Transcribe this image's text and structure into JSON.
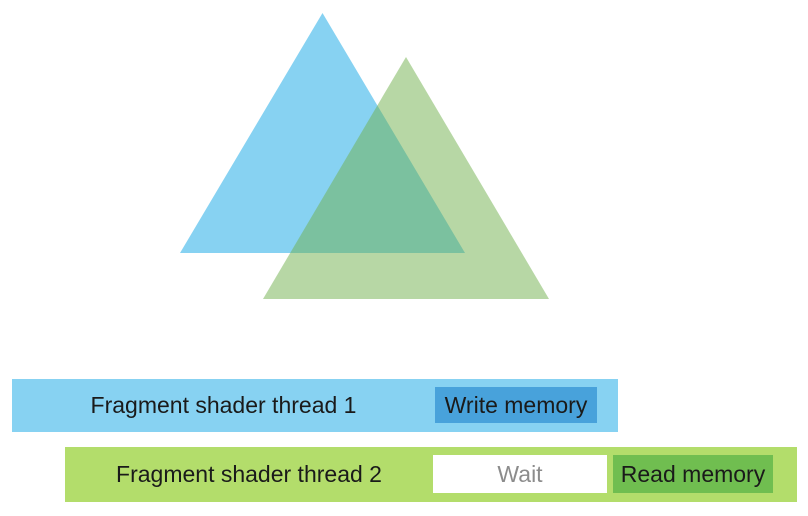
{
  "figure": {
    "description": "Two overlapping triangles rendered by two fragment shader threads",
    "triangle1": "blue-triangle",
    "triangle2": "green-triangle"
  },
  "timeline": {
    "thread1": {
      "label": "Fragment shader thread 1",
      "write_label": "Write memory"
    },
    "thread2": {
      "label": "Fragment shader thread 2",
      "wait_label": "Wait",
      "read_label": "Read memory"
    }
  },
  "colors": {
    "triangle_blue": "#87D2F2",
    "triangle_green": "rgba(112, 176, 75, 0.5)",
    "bar1_bg": "#87D2F2",
    "write_box_bg": "#48A2DB",
    "bar2_bg": "#B3DD6B",
    "wait_box_bg": "#FFFFFF",
    "read_box_bg": "#70BE50",
    "wait_text": "#8C8C8C",
    "label_text": "#1A1A1A"
  }
}
